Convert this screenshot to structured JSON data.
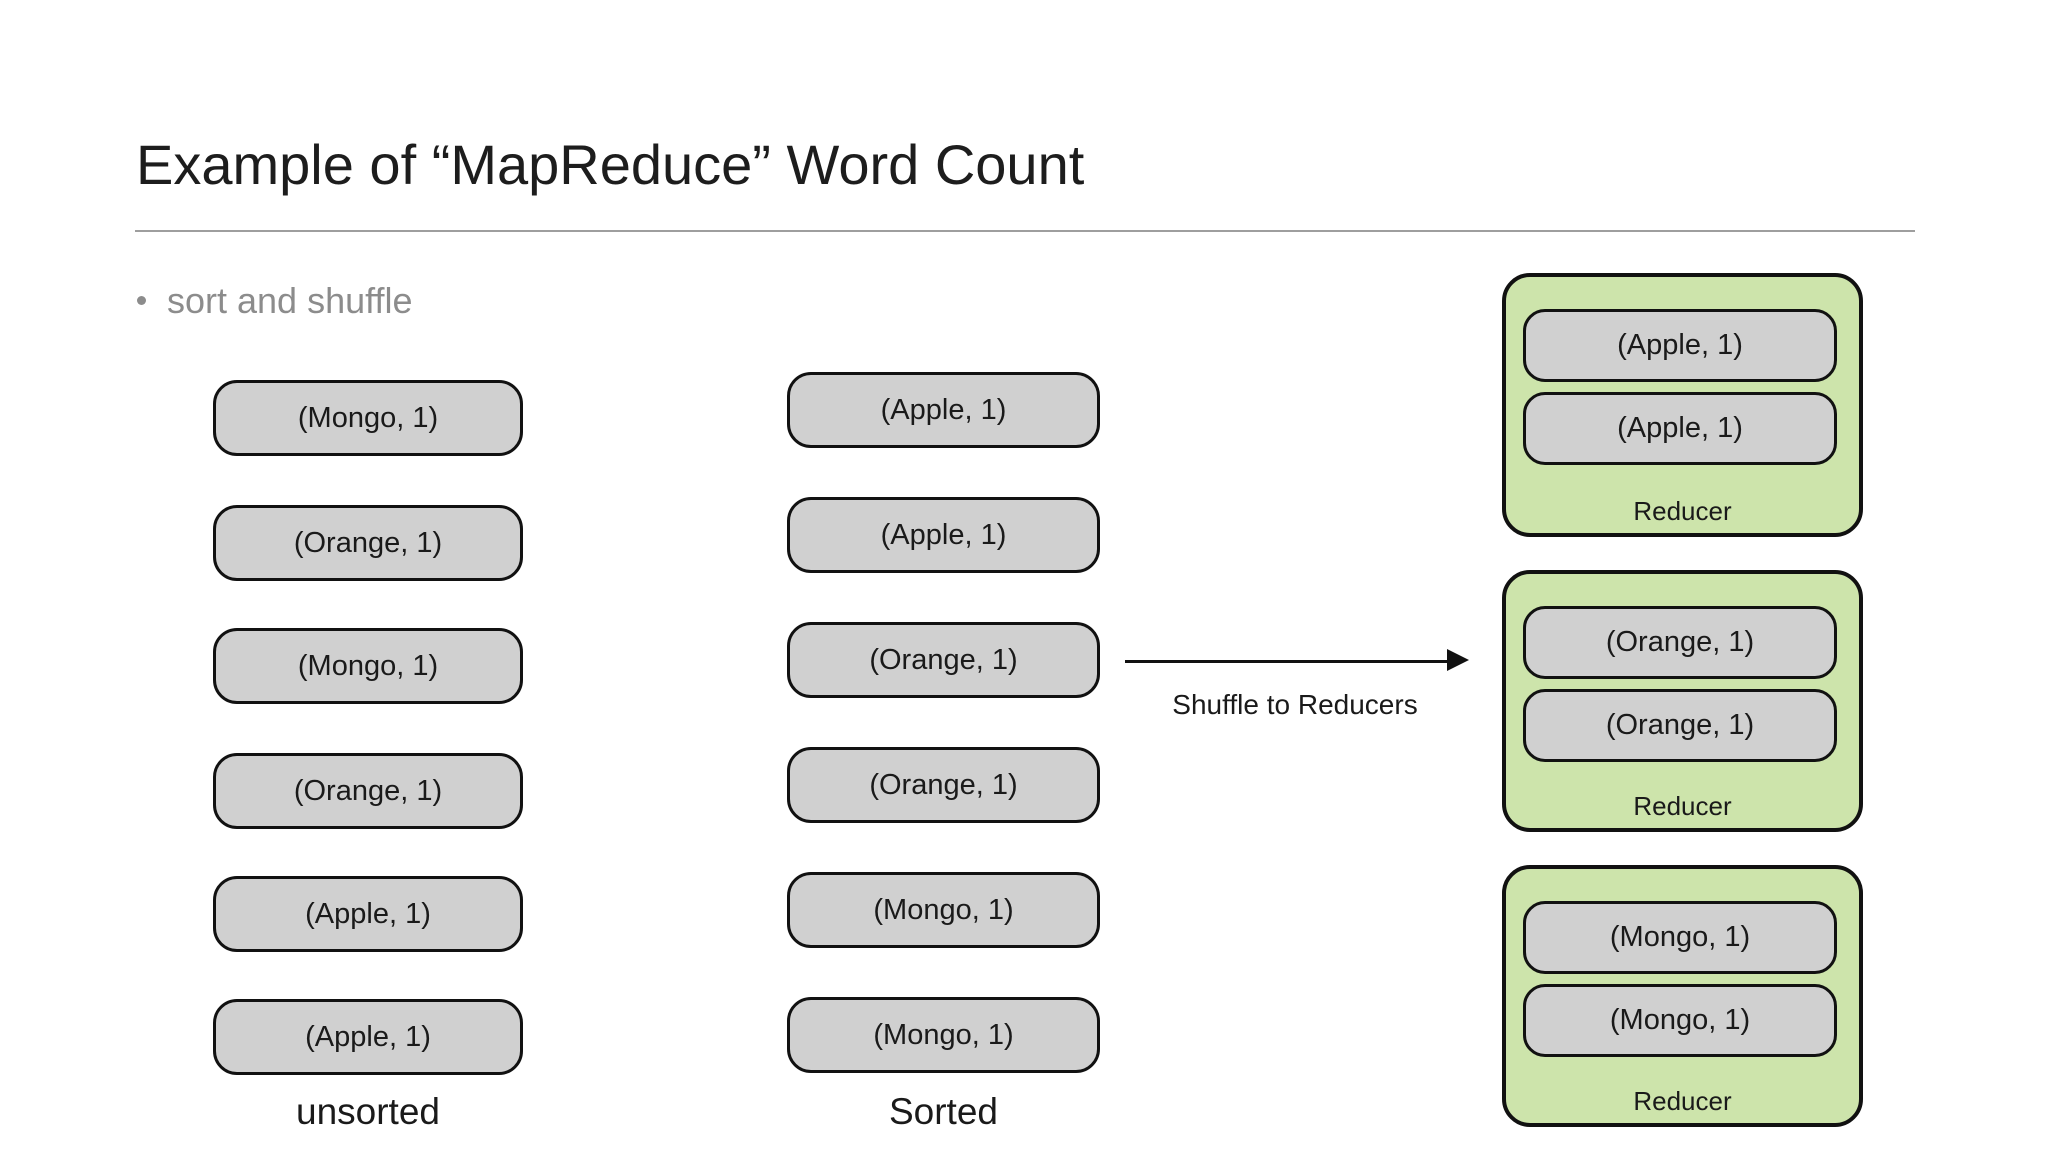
{
  "slide": {
    "title": "Example of “MapReduce” Word Count",
    "bullet": "sort and shuffle"
  },
  "unsorted_column": {
    "label": "unsorted",
    "items": [
      "(Mongo, 1)",
      "(Orange, 1)",
      "(Mongo, 1)",
      "(Orange, 1)",
      "(Apple, 1)",
      "(Apple, 1)"
    ]
  },
  "sorted_column": {
    "label": "Sorted",
    "items": [
      "(Apple, 1)",
      "(Apple, 1)",
      "(Orange, 1)",
      "(Orange, 1)",
      "(Mongo, 1)",
      "(Mongo, 1)"
    ]
  },
  "shuffle_arrow": {
    "label": "Shuffle to Reducers"
  },
  "reducers": [
    {
      "label": "Reducer",
      "items": [
        "(Apple, 1)",
        "(Apple, 1)"
      ]
    },
    {
      "label": "Reducer",
      "items": [
        "(Orange, 1)",
        "(Orange, 1)"
      ]
    },
    {
      "label": "Reducer",
      "items": [
        "(Mongo, 1)",
        "(Mongo, 1)"
      ]
    }
  ],
  "colors": {
    "background": "#ffffff",
    "title_text": "#1d1d1d",
    "muted_text": "#8c8c8c",
    "divider": "#9e9e9e",
    "pair_box_fill": "#d0d0d0",
    "box_border": "#111111",
    "reducer_fill": "#cde4ab",
    "body_text": "#1a1a1a"
  }
}
